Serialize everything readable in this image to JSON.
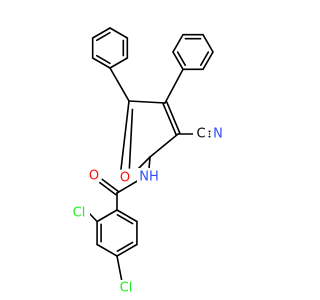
{
  "atoms": [
    {
      "id": "O1",
      "label": "O",
      "color": "#ff0d0d"
    },
    {
      "id": "N1",
      "label": "N",
      "color": "#3050f8"
    },
    {
      "id": "NH",
      "label": "NH",
      "color": "#3050f8"
    },
    {
      "id": "O2",
      "label": "O",
      "color": "#ff0d0d"
    },
    {
      "id": "Cl1",
      "label": "Cl",
      "color": "#1ff01f"
    },
    {
      "id": "Cl2",
      "label": "Cl",
      "color": "#1ff01f"
    }
  ],
  "nitrile_carbon_label": "C",
  "nitrile_carbon_color": "#000000"
}
